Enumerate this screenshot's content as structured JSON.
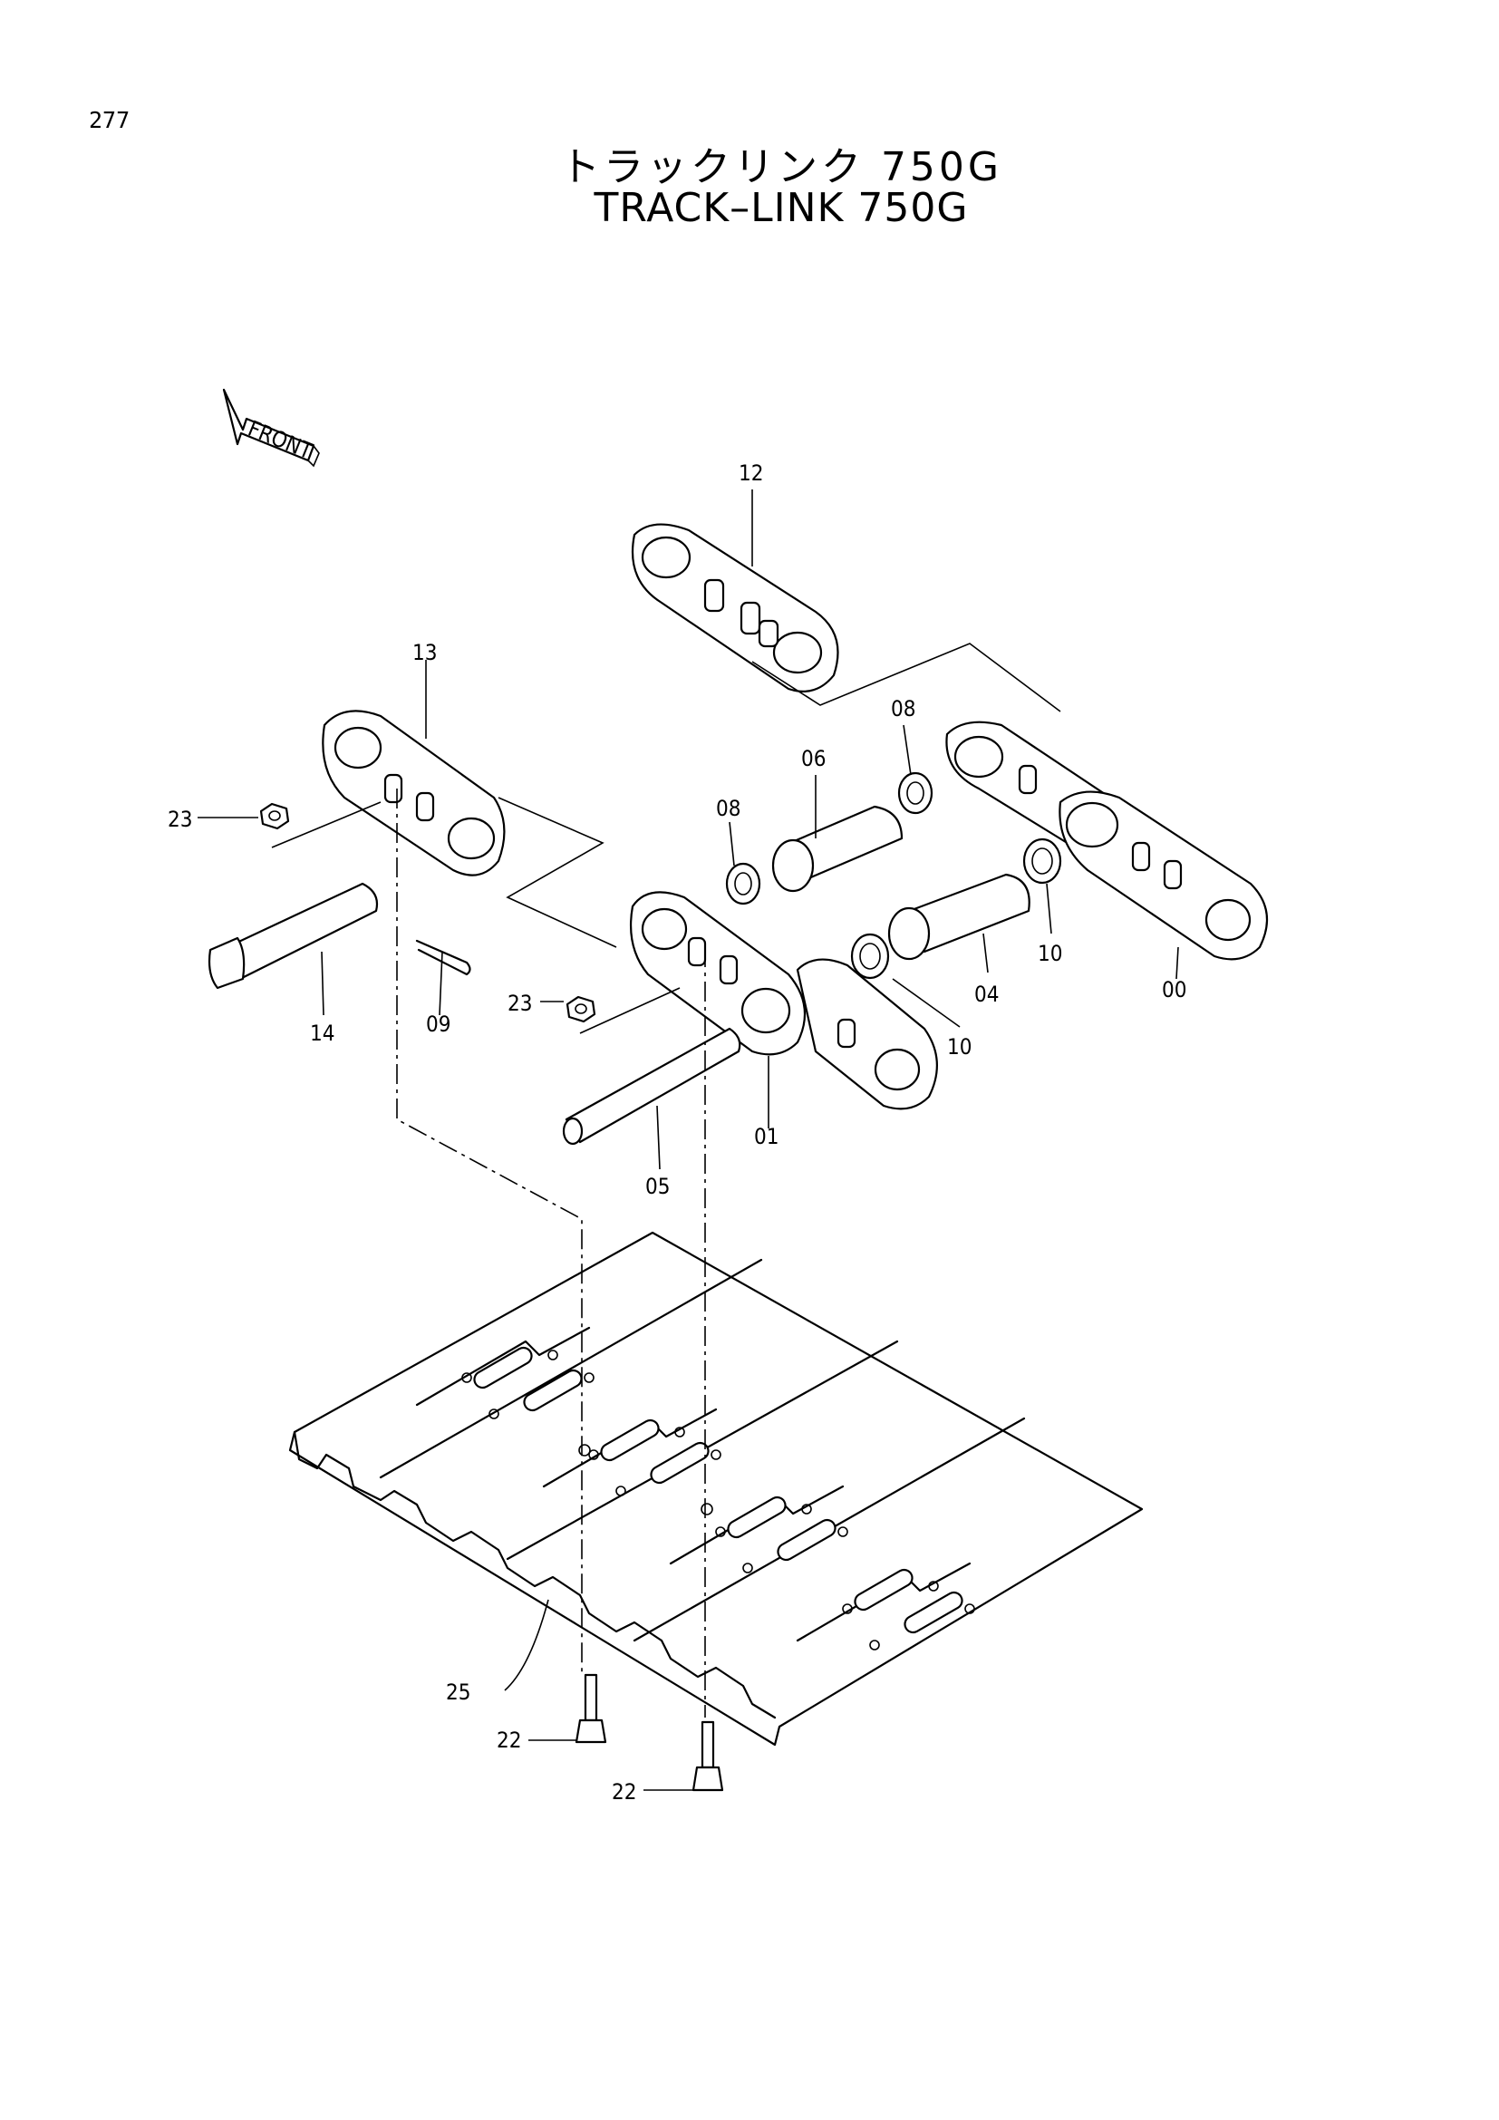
{
  "page_number": "277",
  "title_jp": "トラックリンク 750G",
  "title_en": "TRACK–LINK 750G",
  "front_label": "FRONT",
  "callouts": {
    "c12": "12",
    "c13": "13",
    "c23a": "23",
    "c23b": "23",
    "c08a": "08",
    "c08b": "08",
    "c06": "06",
    "c14": "14",
    "c09": "09",
    "c10a": "10",
    "c10b": "10",
    "c04": "04",
    "c00": "00",
    "c01": "01",
    "c05": "05",
    "c25": "25",
    "c22a": "22",
    "c22b": "22"
  }
}
